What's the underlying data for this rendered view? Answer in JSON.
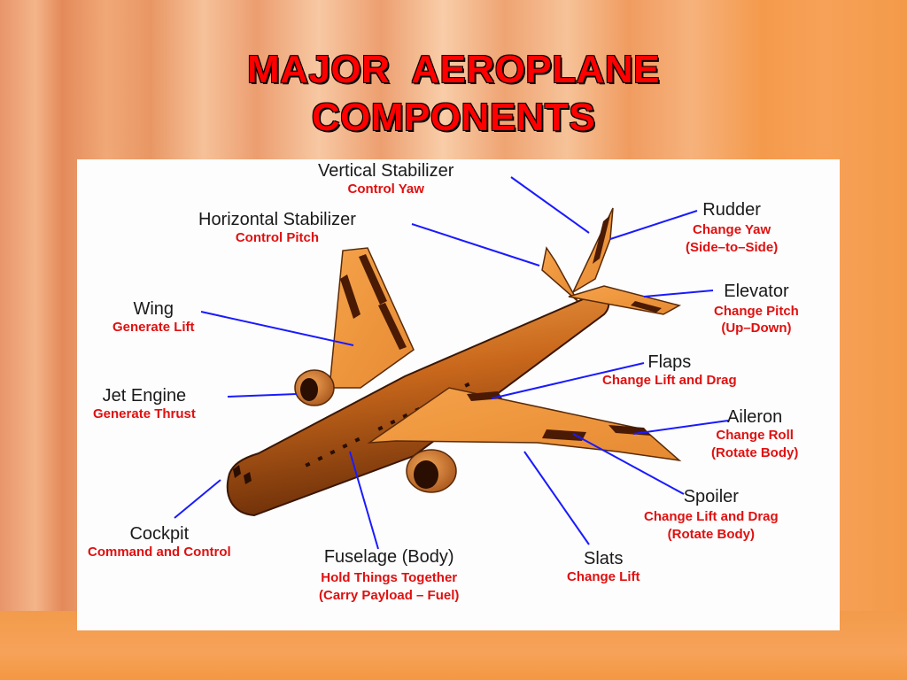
{
  "title": "MAJOR  AEROPLANE\nCOMPONENTS",
  "components": {
    "vertical_stabilizer": {
      "name": "Vertical  Stabilizer",
      "desc": "Control  Yaw"
    },
    "horizontal_stabilizer": {
      "name": "Horizontal  Stabilizer",
      "desc": "Control  Pitch"
    },
    "wing": {
      "name": "Wing",
      "desc": "Generate  Lift"
    },
    "jet_engine": {
      "name": "Jet  Engine",
      "desc": "Generate  Thrust"
    },
    "cockpit": {
      "name": "Cockpit",
      "desc": "Command  and  Control"
    },
    "fuselage": {
      "name": "Fuselage  (Body)",
      "desc": "Hold  Things Together",
      "desc2": "(Carry  Payload – Fuel)"
    },
    "slats": {
      "name": "Slats",
      "desc": "Change  Lift"
    },
    "spoiler": {
      "name": "Spoiler",
      "desc": "Change  Lift  and  Drag",
      "desc2": "(Rotate Body)"
    },
    "aileron": {
      "name": "Aileron",
      "desc": "Change  Roll",
      "desc2": "(Rotate Body)"
    },
    "flaps": {
      "name": "Flaps",
      "desc": "Change  Lift  and  Drag"
    },
    "elevator": {
      "name": "Elevator",
      "desc": "Change  Pitch",
      "desc2": "(Up–Down)"
    },
    "rudder": {
      "name": "Rudder",
      "desc": "Change  Yaw",
      "desc2": "(Side–to–Side)"
    }
  },
  "colors": {
    "title": "#ff0000",
    "leader_line": "#1a1aff",
    "airframe": "#e07e2a",
    "description": "#e01010"
  }
}
